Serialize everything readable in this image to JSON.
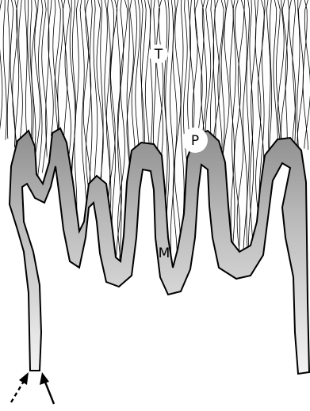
{
  "labels": {
    "tissue": "T",
    "papilla": "P",
    "matrix": "M"
  },
  "colors": {
    "background": "#ffffff",
    "line": "#000000",
    "gradient_dark": "#8c8c8c",
    "gradient_light": "#f4f4f4"
  }
}
